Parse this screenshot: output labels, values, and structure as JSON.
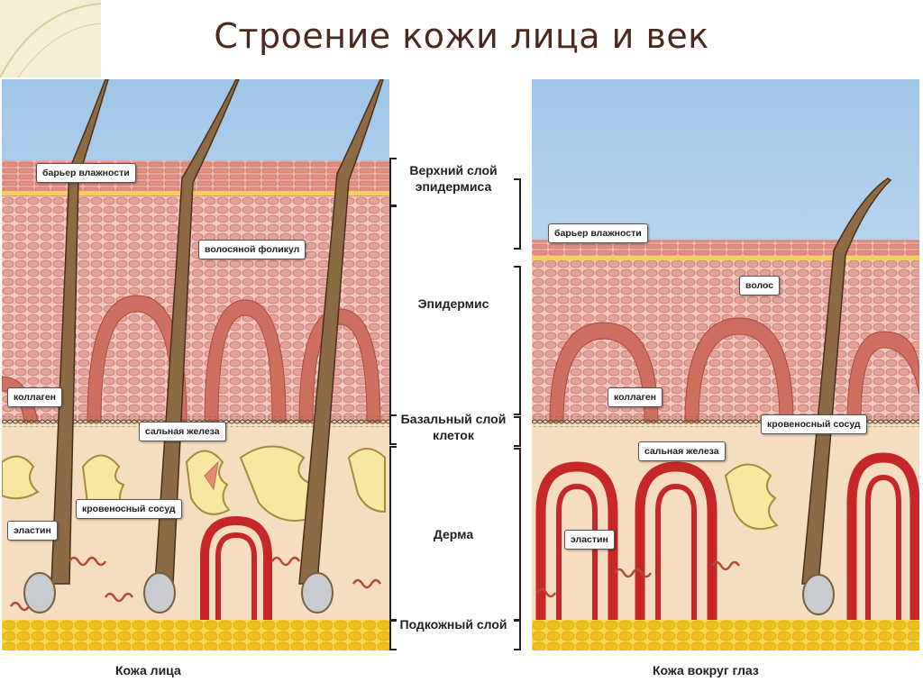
{
  "title": "Строение кожи лица и век",
  "layers": [
    {
      "label": "Верхний слой эпидермиса"
    },
    {
      "label": "Эпидермис"
    },
    {
      "label": "Базальный слой клеток"
    },
    {
      "label": "Дерма"
    },
    {
      "label": "Подкожный слой"
    }
  ],
  "left_panel": {
    "caption": "Кожа лица",
    "callouts": {
      "moisture_barrier": "барьер влажности",
      "hair_follicle": "волосяной фоликул",
      "collagen": "коллаген",
      "sebaceous_gland": "сальная железа",
      "blood_vessel": "кровеносный сосуд",
      "elastin": "эластин"
    }
  },
  "right_panel": {
    "caption": "Кожа вокруг глаз",
    "callouts": {
      "moisture_barrier": "барьер влажности",
      "hair": "волос",
      "collagen": "коллаген",
      "blood_vessel": "кровеносный сосуд",
      "sebaceous_gland": "сальная железа",
      "elastin": "эластин"
    }
  },
  "colors": {
    "sky_top": "#9fc5e8",
    "sky_bottom": "#f4f8fc",
    "cell": "#e2a39a",
    "cell_edge": "#c9786f",
    "basal_cell": "#cf6f60",
    "fat": "#f0c020",
    "dermis": "#f5ddbf",
    "hair": "#6b4a2a",
    "vessel": "#c62828"
  }
}
